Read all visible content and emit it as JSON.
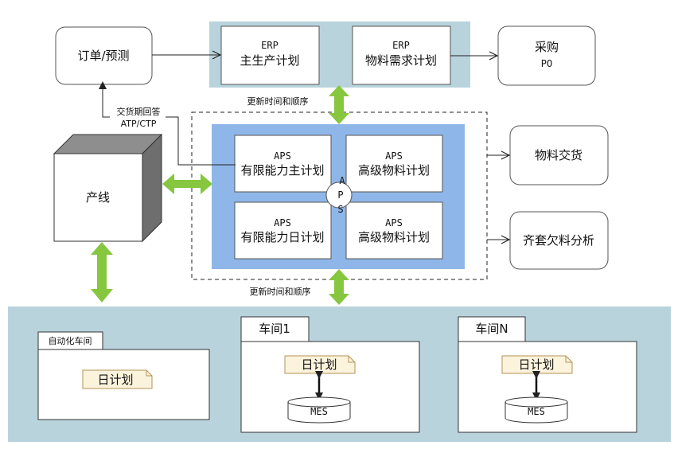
{
  "colors": {
    "panel_bg": "#b8d3dc",
    "aps_bg": "#8fb6e8",
    "arrow_green": "#86c73f",
    "node_border": "#555555",
    "note_bg": "#fbf3dc",
    "note_border": "#b39356"
  },
  "nodes": {
    "order_forecast": "订单/预测",
    "erp_title": "ERP",
    "erp_master": "主生产计划",
    "erp_mrp_title": "ERP",
    "erp_mrp": "物料需求计划",
    "purchase": "采购",
    "purchase_po": "PO",
    "production_line": "产线",
    "material_delivery": "物料交货",
    "kit_shortage": "齐套欠料分析"
  },
  "aps": {
    "cell1_title": "APS",
    "cell1_label": "有限能力主计划",
    "cell2_title": "APS",
    "cell2_label": "高级物料计划",
    "cell3_title": "APS",
    "cell3_label": "有限能力日计划",
    "cell4_title": "APS",
    "cell4_label": "高级物料计划",
    "center_a": "A",
    "center_p": "P",
    "center_s": "S"
  },
  "labels": {
    "update_top": "更新时间和顺序",
    "update_bottom": "更新时间和顺序",
    "atp_line1": "交货期回答",
    "atp_line2": "ATP/CTP"
  },
  "workshops": {
    "auto_tab": "自动化车间",
    "auto_plan": "日计划",
    "ws1_tab": "车间1",
    "ws1_plan": "日计划",
    "ws1_mes": "MES",
    "wsn_tab": "车间N",
    "wsn_plan": "日计划",
    "wsn_mes": "MES"
  }
}
